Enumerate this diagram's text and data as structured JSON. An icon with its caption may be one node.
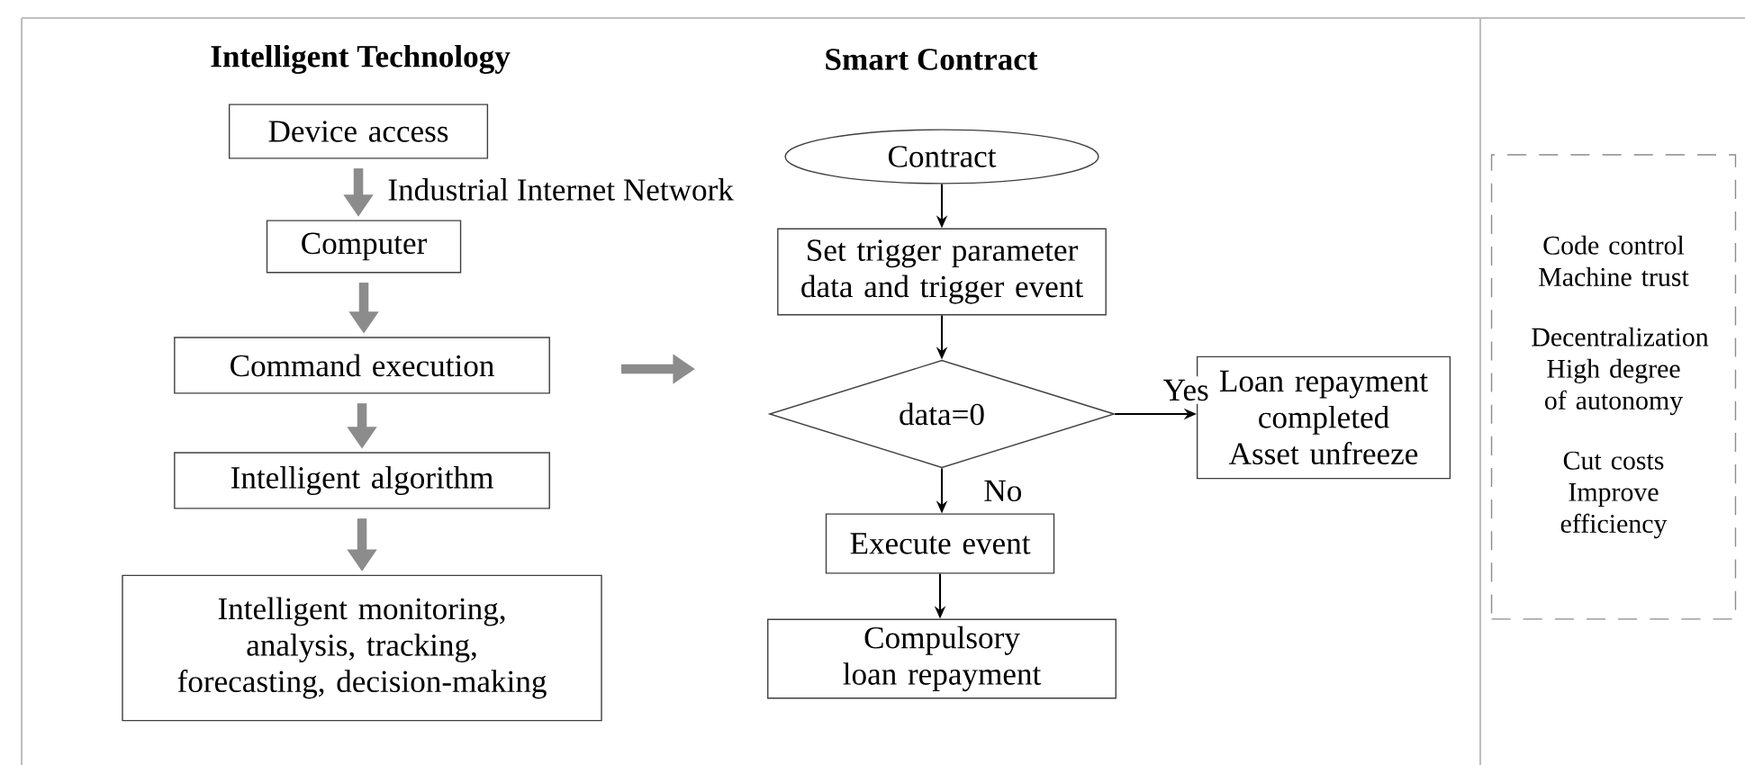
{
  "diagram": {
    "nodes": [
      {
        "text": [
          "Device access"
        ]
      },
      {
        "text": [
          "Computer"
        ]
      },
      {
        "text": [
          "Command execution"
        ]
      },
      {
        "text": [
          "Intelligent algorithm"
        ]
      },
      {
        "text": [
          "Intelligent monitoring, analysis, tracking, forecasting, decision-making"
        ]
      },
      {
        "text": [
          "Contract"
        ]
      },
      {
        "text": [
          "Set trigger parameter data and trigger event"
        ]
      },
      {
        "text": [
          "data=0"
        ]
      },
      {
        "text": [
          "Loan repayment completed",
          "Asset unfreeze"
        ]
      },
      {
        "text": [
          "Execute event"
        ]
      },
      {
        "text": [
          "Compulsory loan repayment"
        ]
      },
      {
        "text": [
          "Code control Machine trust",
          "Decentralization High degree of autonomy",
          "Cut costs Improve efficiency"
        ]
      }
    ],
    "edges": [
      {
        "from": 0,
        "to": 1,
        "arrow": "to",
        "label": "Industrial Internet Network",
        "style": "thick",
        "color": "#8c8c8c"
      },
      {
        "from": 1,
        "to": 2,
        "arrow": "to",
        "style": "thick",
        "color": "#8c8c8c"
      },
      {
        "from": 2,
        "to": 3,
        "arrow": "to",
        "style": "thick",
        "color": "#8c8c8c"
      },
      {
        "from": 3,
        "to": 4,
        "arrow": "to",
        "style": "thick",
        "color": "#8c8c8c"
      },
      {
        "from": 5,
        "to": 6,
        "arrow": "to",
        "color": "#000000"
      },
      {
        "from": 6,
        "to": 7,
        "arrow": "to",
        "color": "#000000"
      },
      {
        "from": 7,
        "to": 8,
        "arrow": "to",
        "label": "Yes",
        "color": "#000000"
      },
      {
        "from": 7,
        "to": 9,
        "arrow": "to",
        "label": "No",
        "color": "#000000"
      },
      {
        "from": 9,
        "to": 10,
        "arrow": "to",
        "color": "#000000"
      }
    ],
    "labels": [
      "Intelligent Technology",
      "Smart Contract"
    ]
  }
}
